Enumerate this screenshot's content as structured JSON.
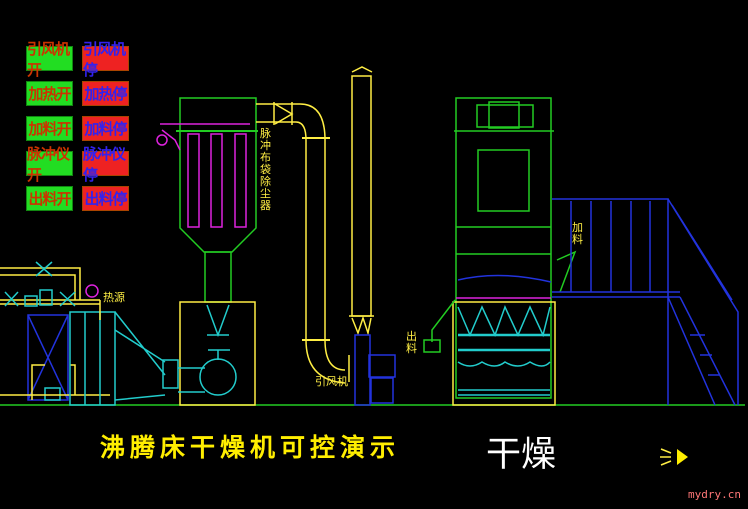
{
  "controls": [
    {
      "on": "引风机开",
      "off": "引风机停"
    },
    {
      "on": "加热开",
      "off": "加热停"
    },
    {
      "on": "加料开",
      "off": "加料停"
    },
    {
      "on": "脉冲仪开",
      "off": "脉冲仪停"
    },
    {
      "on": "出料开",
      "off": "出料停"
    }
  ],
  "labels": {
    "dust_collector": "脉冲布袋除尘器",
    "heat_source": "热源",
    "fan": "引风机",
    "feed": "加料",
    "discharge": "出料"
  },
  "title": "沸腾床干燥机可控演示",
  "state": "干燥",
  "watermark": "mydry.cn",
  "colors": {
    "on": "#22dd22",
    "off": "#ee2222",
    "accent": "#ffee00"
  }
}
